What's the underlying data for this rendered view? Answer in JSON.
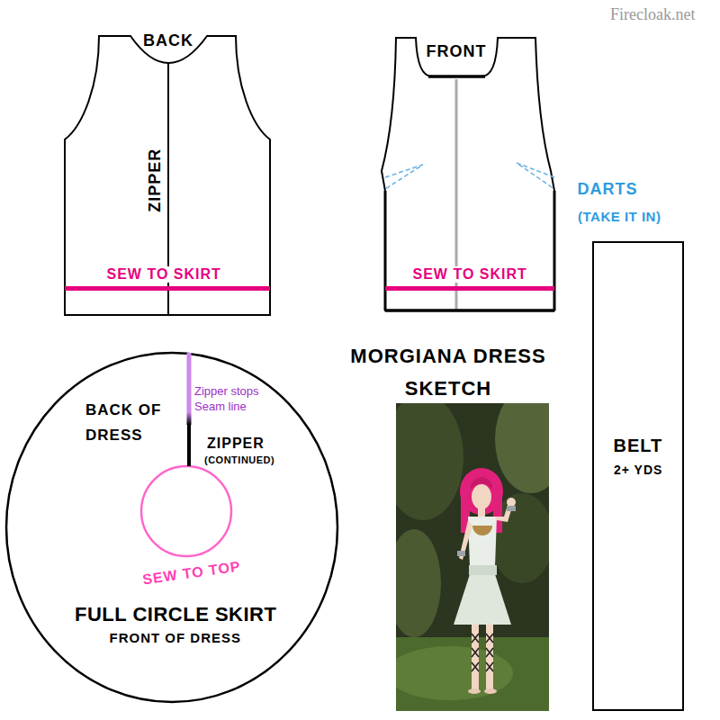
{
  "diagram": {
    "nodes": [
      {
        "text": [
          "BACK",
          "ZIPPER",
          "SEW TO SKIRT"
        ]
      },
      {
        "text": [
          "FRONT",
          "SEW TO SKIRT"
        ]
      },
      {
        "text": [
          "BELT",
          "2+ YDS"
        ]
      },
      {
        "text": [
          "BACK OF DRESS",
          "Zipper stops Seam line",
          "ZIPPER",
          "(CONTINUED)",
          "SEW TO TOP",
          "FULL CIRCLE SKIRT",
          "FRONT OF DRESS"
        ]
      }
    ],
    "labels": [
      "Firecloak.net",
      "DARTS",
      "(TAKE IT IN)",
      "MORGIANA DRESS SKETCH"
    ]
  }
}
